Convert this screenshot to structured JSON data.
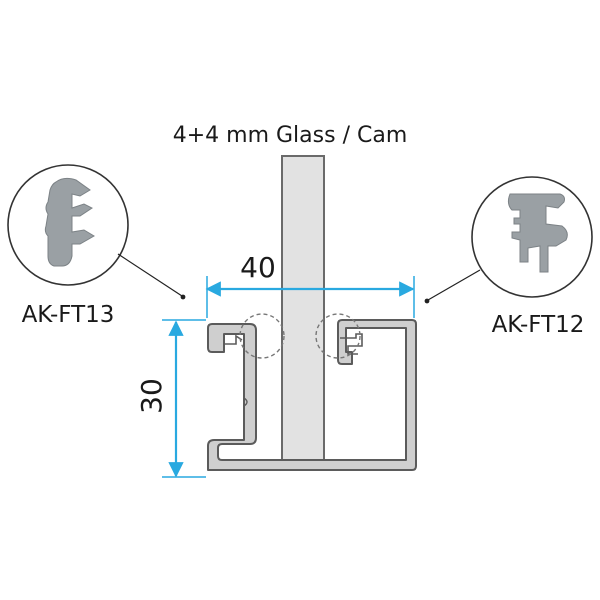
{
  "title": "4+4 mm Glass / Cam",
  "gaskets": {
    "left": {
      "code": "AK-FT13",
      "icon": "gasket-ft13-icon"
    },
    "right": {
      "code": "AK-FT12",
      "icon": "gasket-ft12-icon"
    }
  },
  "dimensions": {
    "width": "40",
    "height": "30"
  },
  "colors": {
    "dimension_arrow": "#29a9e0",
    "profile_outline": "#5b5b5b",
    "profile_fill": "#cfcfcf",
    "glass_fill": "#e2e2e2",
    "gasket_fill": "#9aa0a4"
  }
}
